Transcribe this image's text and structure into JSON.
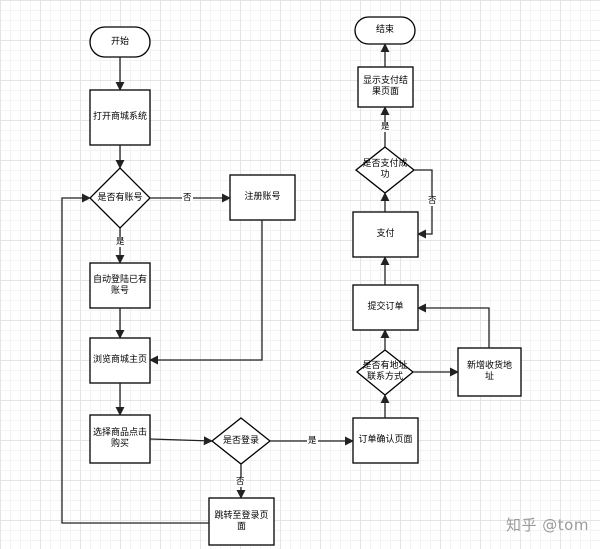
{
  "nodes": {
    "start": "开始",
    "open_system": "打开商城系统",
    "has_account": "是否有账号",
    "register": "注册账号",
    "auto_login": "自动登陆已有账号",
    "browse_home": "浏览商城主页",
    "select_product": "选择商品点击购买",
    "is_logged_in": "是否登录",
    "goto_login": "跳转至登录页面",
    "order_confirm": "订单确认页面",
    "has_address": "是否有地址联系方式",
    "new_address": "新增收货地址",
    "submit_order": "提交订单",
    "pay": "支付",
    "pay_success": "是否支付成功",
    "show_result": "显示支付结果页面",
    "end": "结束"
  },
  "edge_labels": {
    "has_account_no": "否",
    "has_account_yes": "是",
    "logged_in_yes": "是",
    "logged_in_no": "否",
    "pay_no": "否",
    "pay_yes": "是"
  },
  "watermark": "知乎 @tom"
}
